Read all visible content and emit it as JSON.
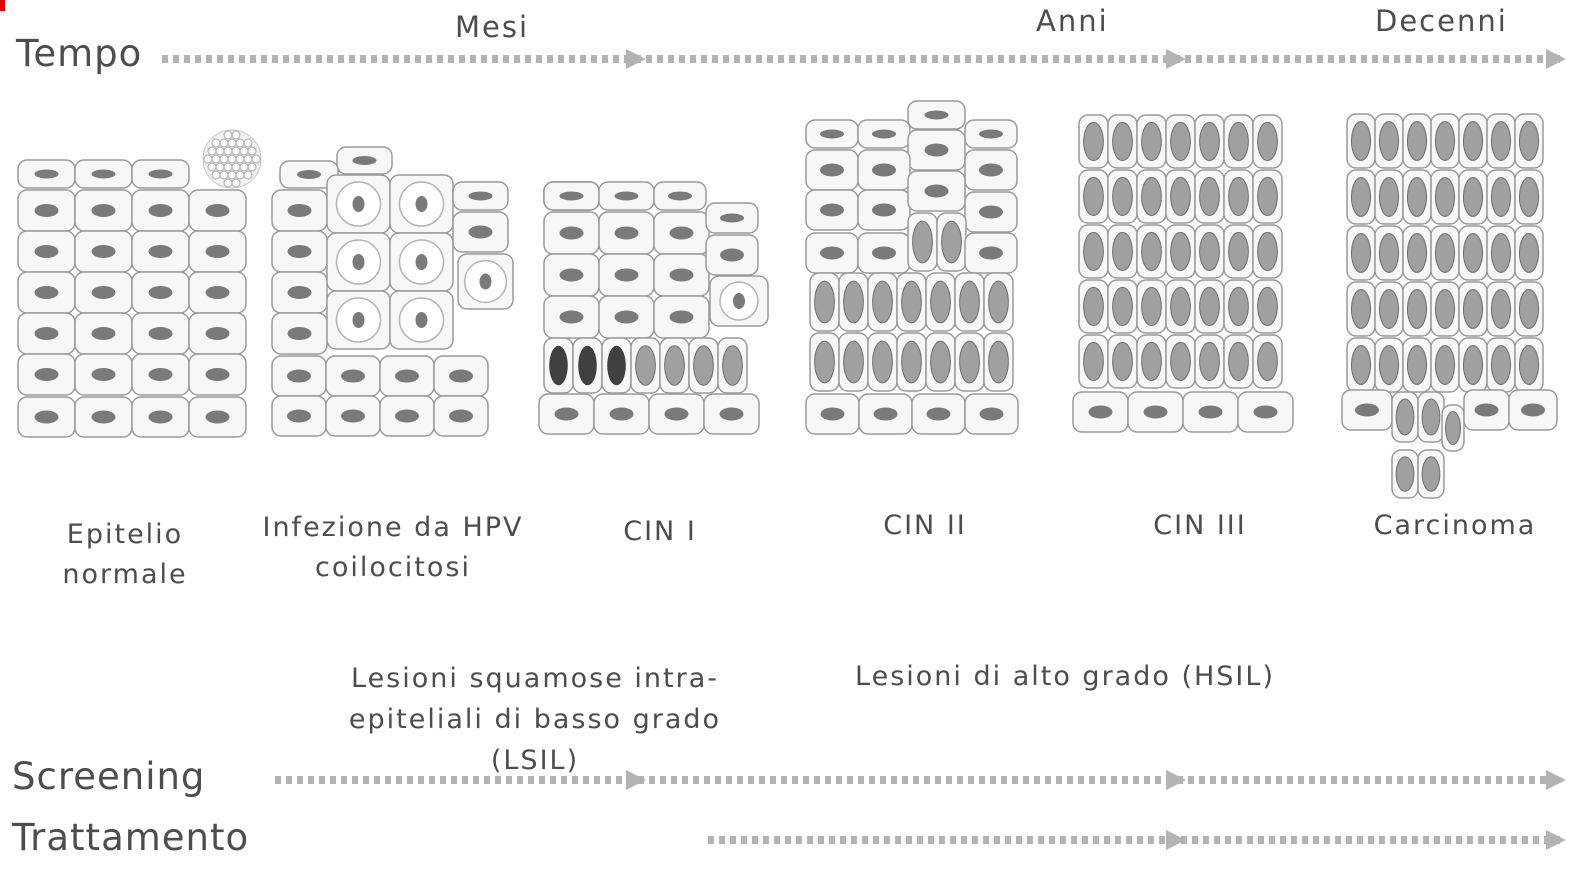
{
  "rows": {
    "tempo": "Tempo",
    "screening": "Screening",
    "trattamento": "Trattamento"
  },
  "time_scale": {
    "mesi": "Mesi",
    "anni": "Anni",
    "decenni": "Decenni"
  },
  "stages": {
    "normal_line1": "Epitelio",
    "normal_line2": "normale",
    "hpv_line1": "Infezione da HPV",
    "hpv_line2": "coilocitosi",
    "cin1": "CIN I",
    "cin2": "CIN II",
    "cin3": "CIN III",
    "carcinoma": "Carcinoma"
  },
  "groups": {
    "lsil_line1": "Lesioni squamose intra-",
    "lsil_line2": "epiteliali di basso grado",
    "lsil_line3": "(LSIL)",
    "hsil": "Lesioni di alto grado (HSIL)"
  },
  "colors": {
    "arrow": "#b3b3b3",
    "cell_border": "#9a9a9a",
    "cell_fill": "#f7f7f7",
    "nucleus_small": "#7a7a7a",
    "nucleus_large": "#a0a0a0",
    "nucleus_dark": "#404040",
    "marker": "#e00000"
  }
}
